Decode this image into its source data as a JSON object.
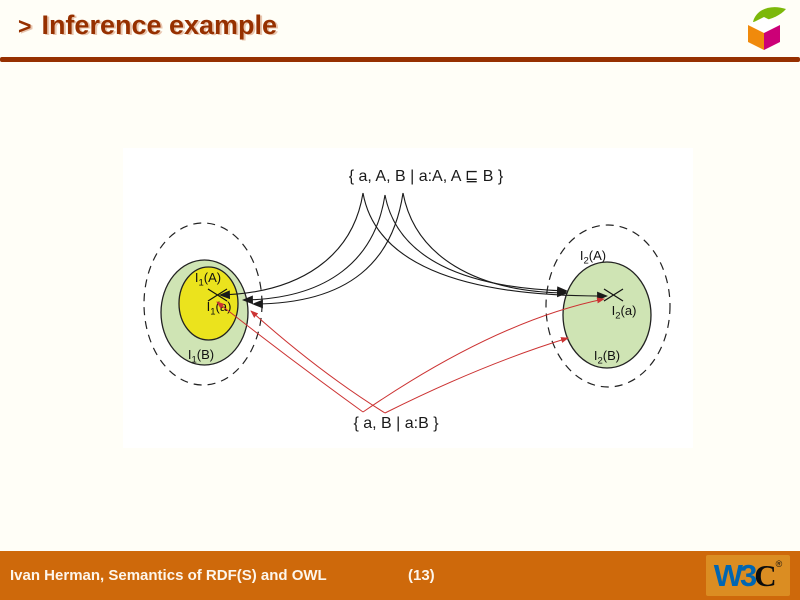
{
  "header": {
    "marker": ">",
    "title": "Inference example",
    "accent_color": "#963000",
    "logo_icon": "semantic-web-cube-icon",
    "logo_colors": {
      "leaf": "#7CB80A",
      "left_face": "#F08A0C",
      "right_face": "#CC0077",
      "top_face": "#FFFFFF"
    }
  },
  "diagram": {
    "top_set_label": "{ a, A, B | a:A, A ⊑ B }",
    "bottom_set_label": "{ a, B | a:B }",
    "left_interpretation": {
      "label_A": {
        "base": "I",
        "sub": "1",
        "rest": "(A)"
      },
      "label_a": {
        "base": "I",
        "sub": "1",
        "rest": "(a)"
      },
      "label_B": {
        "base": "I",
        "sub": "1",
        "rest": "(B)"
      }
    },
    "right_interpretation": {
      "label_A": {
        "base": "I",
        "sub": "2",
        "rest": "(A)"
      },
      "label_a": {
        "base": "I",
        "sub": "2",
        "rest": "(a)"
      },
      "label_B": {
        "base": "I",
        "sub": "2",
        "rest": "(B)"
      }
    },
    "colors": {
      "outer_set_fill": "#CFE4B4",
      "inner_set_fill": "#EBE31D",
      "mapping_arrow_black": "#1A1A1A",
      "mapping_arrow_red": "#CC3333"
    }
  },
  "footer": {
    "author_line": "Ivan Herman, Semantics of RDF(S) and OWL",
    "page_number": "(13)",
    "bar_color": "#CE690B",
    "w3c_logo": {
      "w3": "W3",
      "c": "C",
      "registered": "®",
      "w3_color": "#0066B2"
    }
  }
}
